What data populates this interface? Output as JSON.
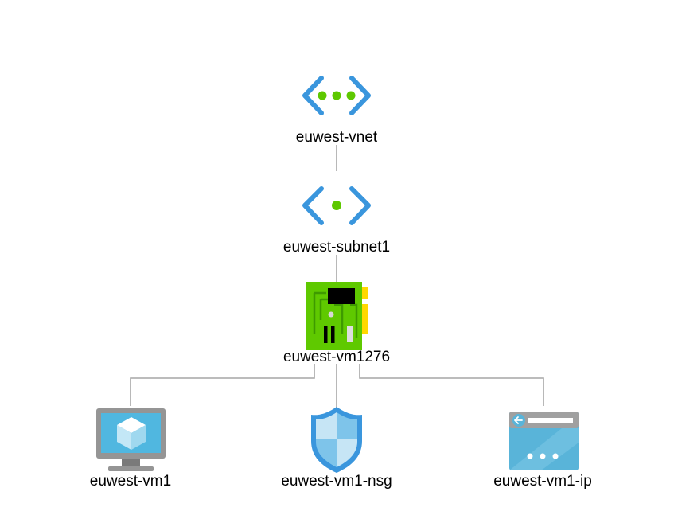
{
  "diagram": {
    "nodes": {
      "vnet": {
        "label": "euwest-vnet",
        "icon": "virtual-network-icon"
      },
      "subnet": {
        "label": "euwest-subnet1",
        "icon": "subnet-icon"
      },
      "nic": {
        "label": "euwest-vm1276",
        "icon": "network-interface-icon"
      },
      "vm": {
        "label": "euwest-vm1",
        "icon": "virtual-machine-icon"
      },
      "nsg": {
        "label": "euwest-vm1-nsg",
        "icon": "network-security-group-icon"
      },
      "ip": {
        "label": "euwest-vm1-ip",
        "icon": "public-ip-icon"
      }
    },
    "colors": {
      "connector": "#a6a6a6",
      "vnet_blue": "#3a96dd",
      "dot_green": "#5ec800",
      "nic_green": "#5fc900",
      "nic_dark": "#3e9a00",
      "nic_yellow": "#ffd800",
      "vm_frame": "#959595",
      "vm_screen": "#50b7e0",
      "shield_blue": "#3a96dd",
      "ip_blue": "#59b4d9"
    }
  }
}
